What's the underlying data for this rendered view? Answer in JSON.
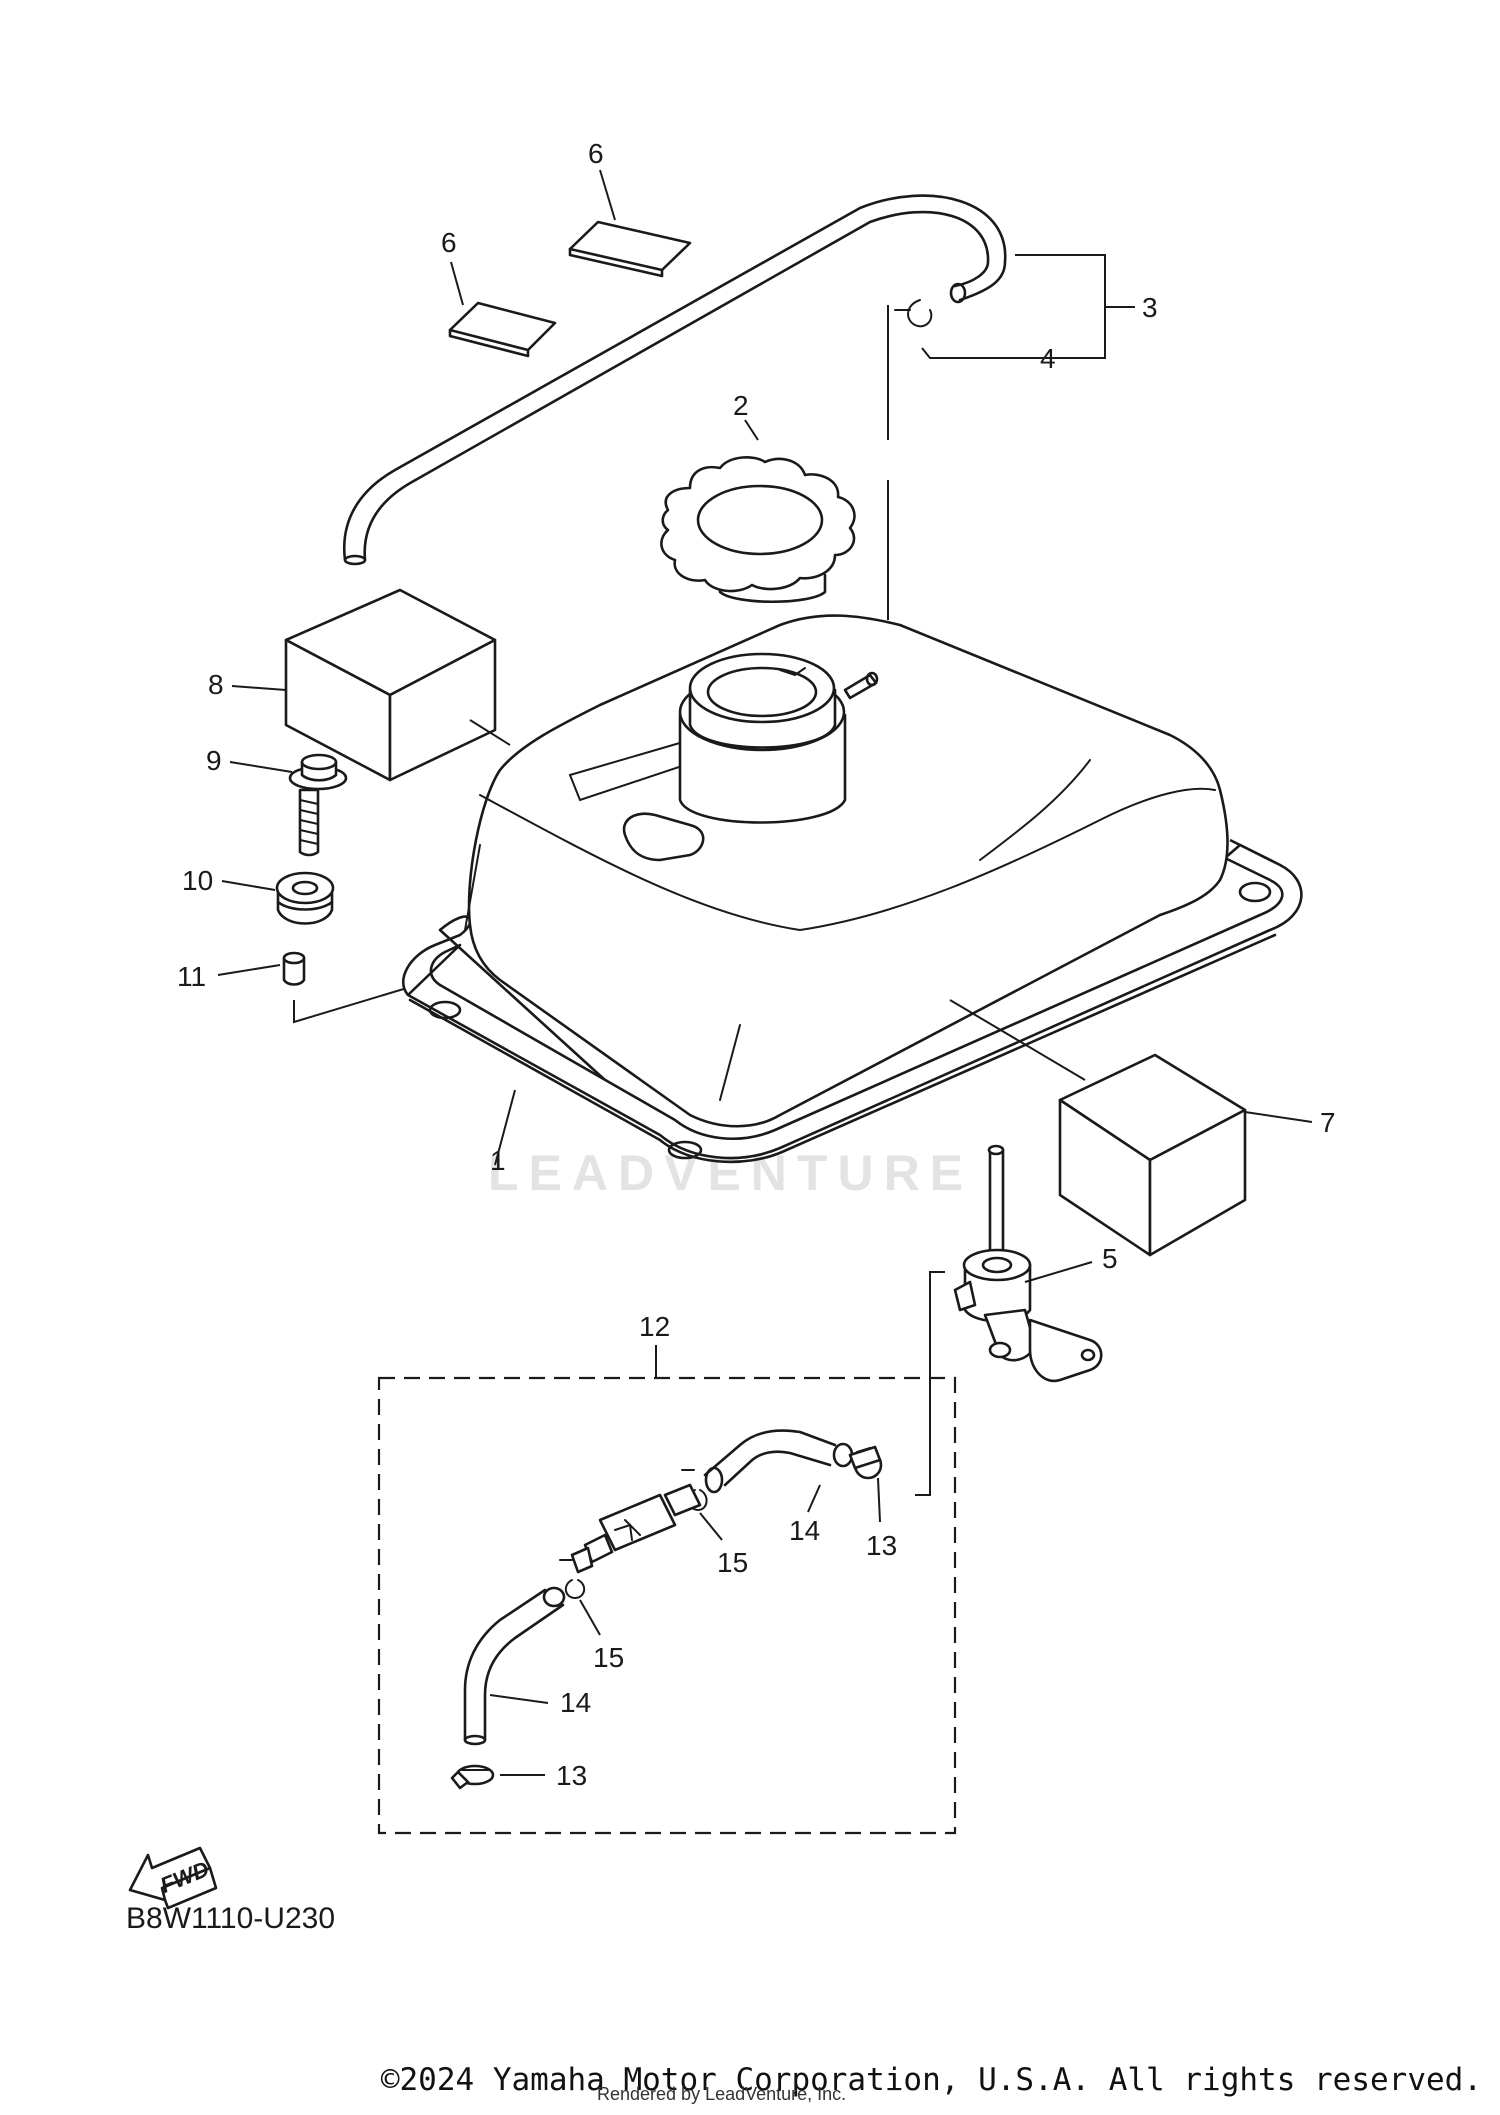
{
  "callouts": [
    {
      "id": "1",
      "label": "1"
    },
    {
      "id": "2",
      "label": "2"
    },
    {
      "id": "3",
      "label": "3"
    },
    {
      "id": "4",
      "label": "4"
    },
    {
      "id": "5",
      "label": "5"
    },
    {
      "id": "6a",
      "label": "6"
    },
    {
      "id": "6b",
      "label": "6"
    },
    {
      "id": "7",
      "label": "7"
    },
    {
      "id": "8",
      "label": "8"
    },
    {
      "id": "9",
      "label": "9"
    },
    {
      "id": "10",
      "label": "10"
    },
    {
      "id": "11",
      "label": "11"
    },
    {
      "id": "12",
      "label": "12"
    },
    {
      "id": "13a",
      "label": "13"
    },
    {
      "id": "13b",
      "label": "13"
    },
    {
      "id": "14a",
      "label": "14"
    },
    {
      "id": "14b",
      "label": "14"
    },
    {
      "id": "15a",
      "label": "15"
    },
    {
      "id": "15b",
      "label": "15"
    }
  ],
  "fwd_label": "FWD",
  "watermark": "LEADVENTURE",
  "diagram_code": "B8W1110-U230",
  "copyright": "©2024 Yamaha Motor Corporation, U.S.A. All rights reserved.",
  "rendered_by": "Rendered by LeadVenture, Inc."
}
